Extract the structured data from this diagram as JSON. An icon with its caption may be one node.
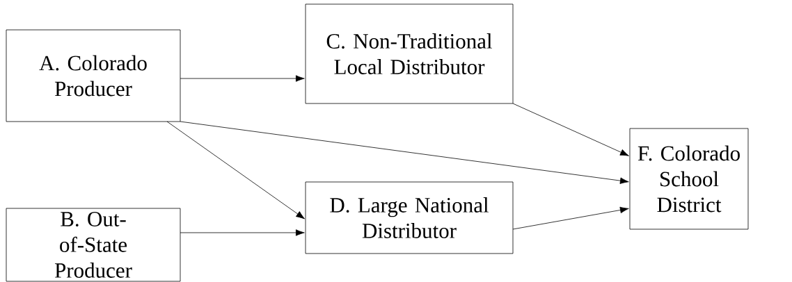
{
  "diagram": {
    "nodes": [
      {
        "text": [
          "A. Colorado Producer"
        ]
      },
      {
        "text": [
          "B. Out-of-State Producer"
        ]
      },
      {
        "text": [
          "C. Non-Traditional Local Distributor"
        ]
      },
      {
        "text": [
          "D. Large National Distributor"
        ]
      },
      {
        "text": [
          "F. Colorado School District"
        ]
      }
    ],
    "edges": [
      {
        "from": 0,
        "to": 2,
        "arrow": "to"
      },
      {
        "from": 0,
        "to": 4,
        "arrow": "to"
      },
      {
        "from": 0,
        "to": 3,
        "arrow": "to"
      },
      {
        "from": 1,
        "to": 3,
        "arrow": "to"
      },
      {
        "from": 2,
        "to": 4,
        "arrow": "to"
      },
      {
        "from": 3,
        "to": 4,
        "arrow": "to"
      }
    ]
  }
}
